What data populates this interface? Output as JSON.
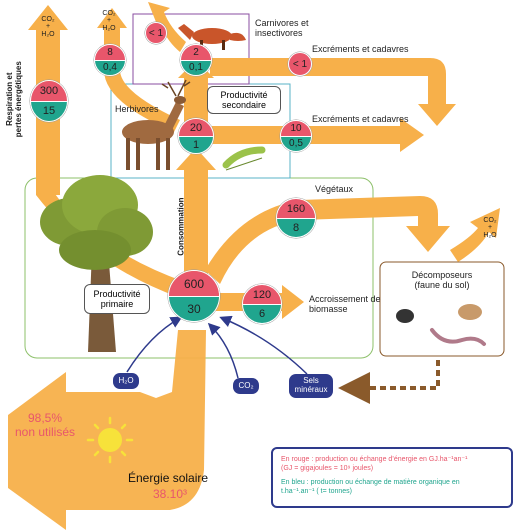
{
  "nodes": {
    "primary": {
      "energy": "600",
      "matter": "30"
    },
    "vegetaux": {
      "energy": "160",
      "matter": "8"
    },
    "croissance": {
      "energy": "120",
      "matter": "6"
    },
    "respiration": {
      "energy": "300",
      "matter": "15"
    },
    "herbivores": {
      "energy": "20",
      "matter": "1"
    },
    "herb_excr": {
      "energy": "10",
      "matter": "0,5"
    },
    "herb_resp": {
      "energy": "8",
      "matter": "0,4"
    },
    "carnivores": {
      "energy": "2",
      "matter": "0,1"
    },
    "carn_excr": "< 1",
    "carn_resp": "< 1"
  },
  "labels": {
    "respiration_line1": "Respiration et",
    "respiration_line2": "pertes énergétiques",
    "carnivores_line1": "Carnivores et",
    "carnivores_line2": "insectivores",
    "excrements_top": "Excréments et cadavres",
    "excrements_mid": "Excréments et cadavres",
    "herbivores": "Herbivores",
    "productivite_secondaire_1": "Productivité",
    "productivite_secondaire_2": "secondaire",
    "vegetaux": "Végétaux",
    "consommation": "Consommation",
    "productivite_primaire_1": "Productivité",
    "productivite_primaire_2": "primaire",
    "accroissement_1": "Accroissement de",
    "accroissement_2": "biomasse",
    "decomposeurs_1": "Décomposeurs",
    "decomposeurs_2": "(faune du sol)",
    "h2o": "H₂O",
    "co2": "CO₂",
    "sels_1": "Sels",
    "sels_2": "minéraux",
    "non_utilises_1": "98,5%",
    "non_utilises_2": "non utilisés",
    "energie_solaire": "Énergie solaire",
    "energie_value": "38.10³",
    "co2_h2o_co2": "CO₂",
    "co2_h2o_plus": "+",
    "co2_h2o_h2o": "H₂O"
  },
  "legend": {
    "red_line1": "En rouge : production ou échange d’énergie en GJ.ha⁻¹an⁻¹",
    "red_line2": "(GJ = gigajoules = 10⁹ joules)",
    "blue_line1": "En bleu : production ou échange de matière organique en",
    "blue_line2": "t.ha⁻¹.an⁻¹ ( t= tonnes)"
  },
  "colors": {
    "energy": "#e8566b",
    "matter": "#20a58e",
    "arrow": "#f7b04a",
    "box_blue": "#2e3a8c",
    "legend_red": "#e8566b",
    "legend_teal": "#20a58e"
  }
}
